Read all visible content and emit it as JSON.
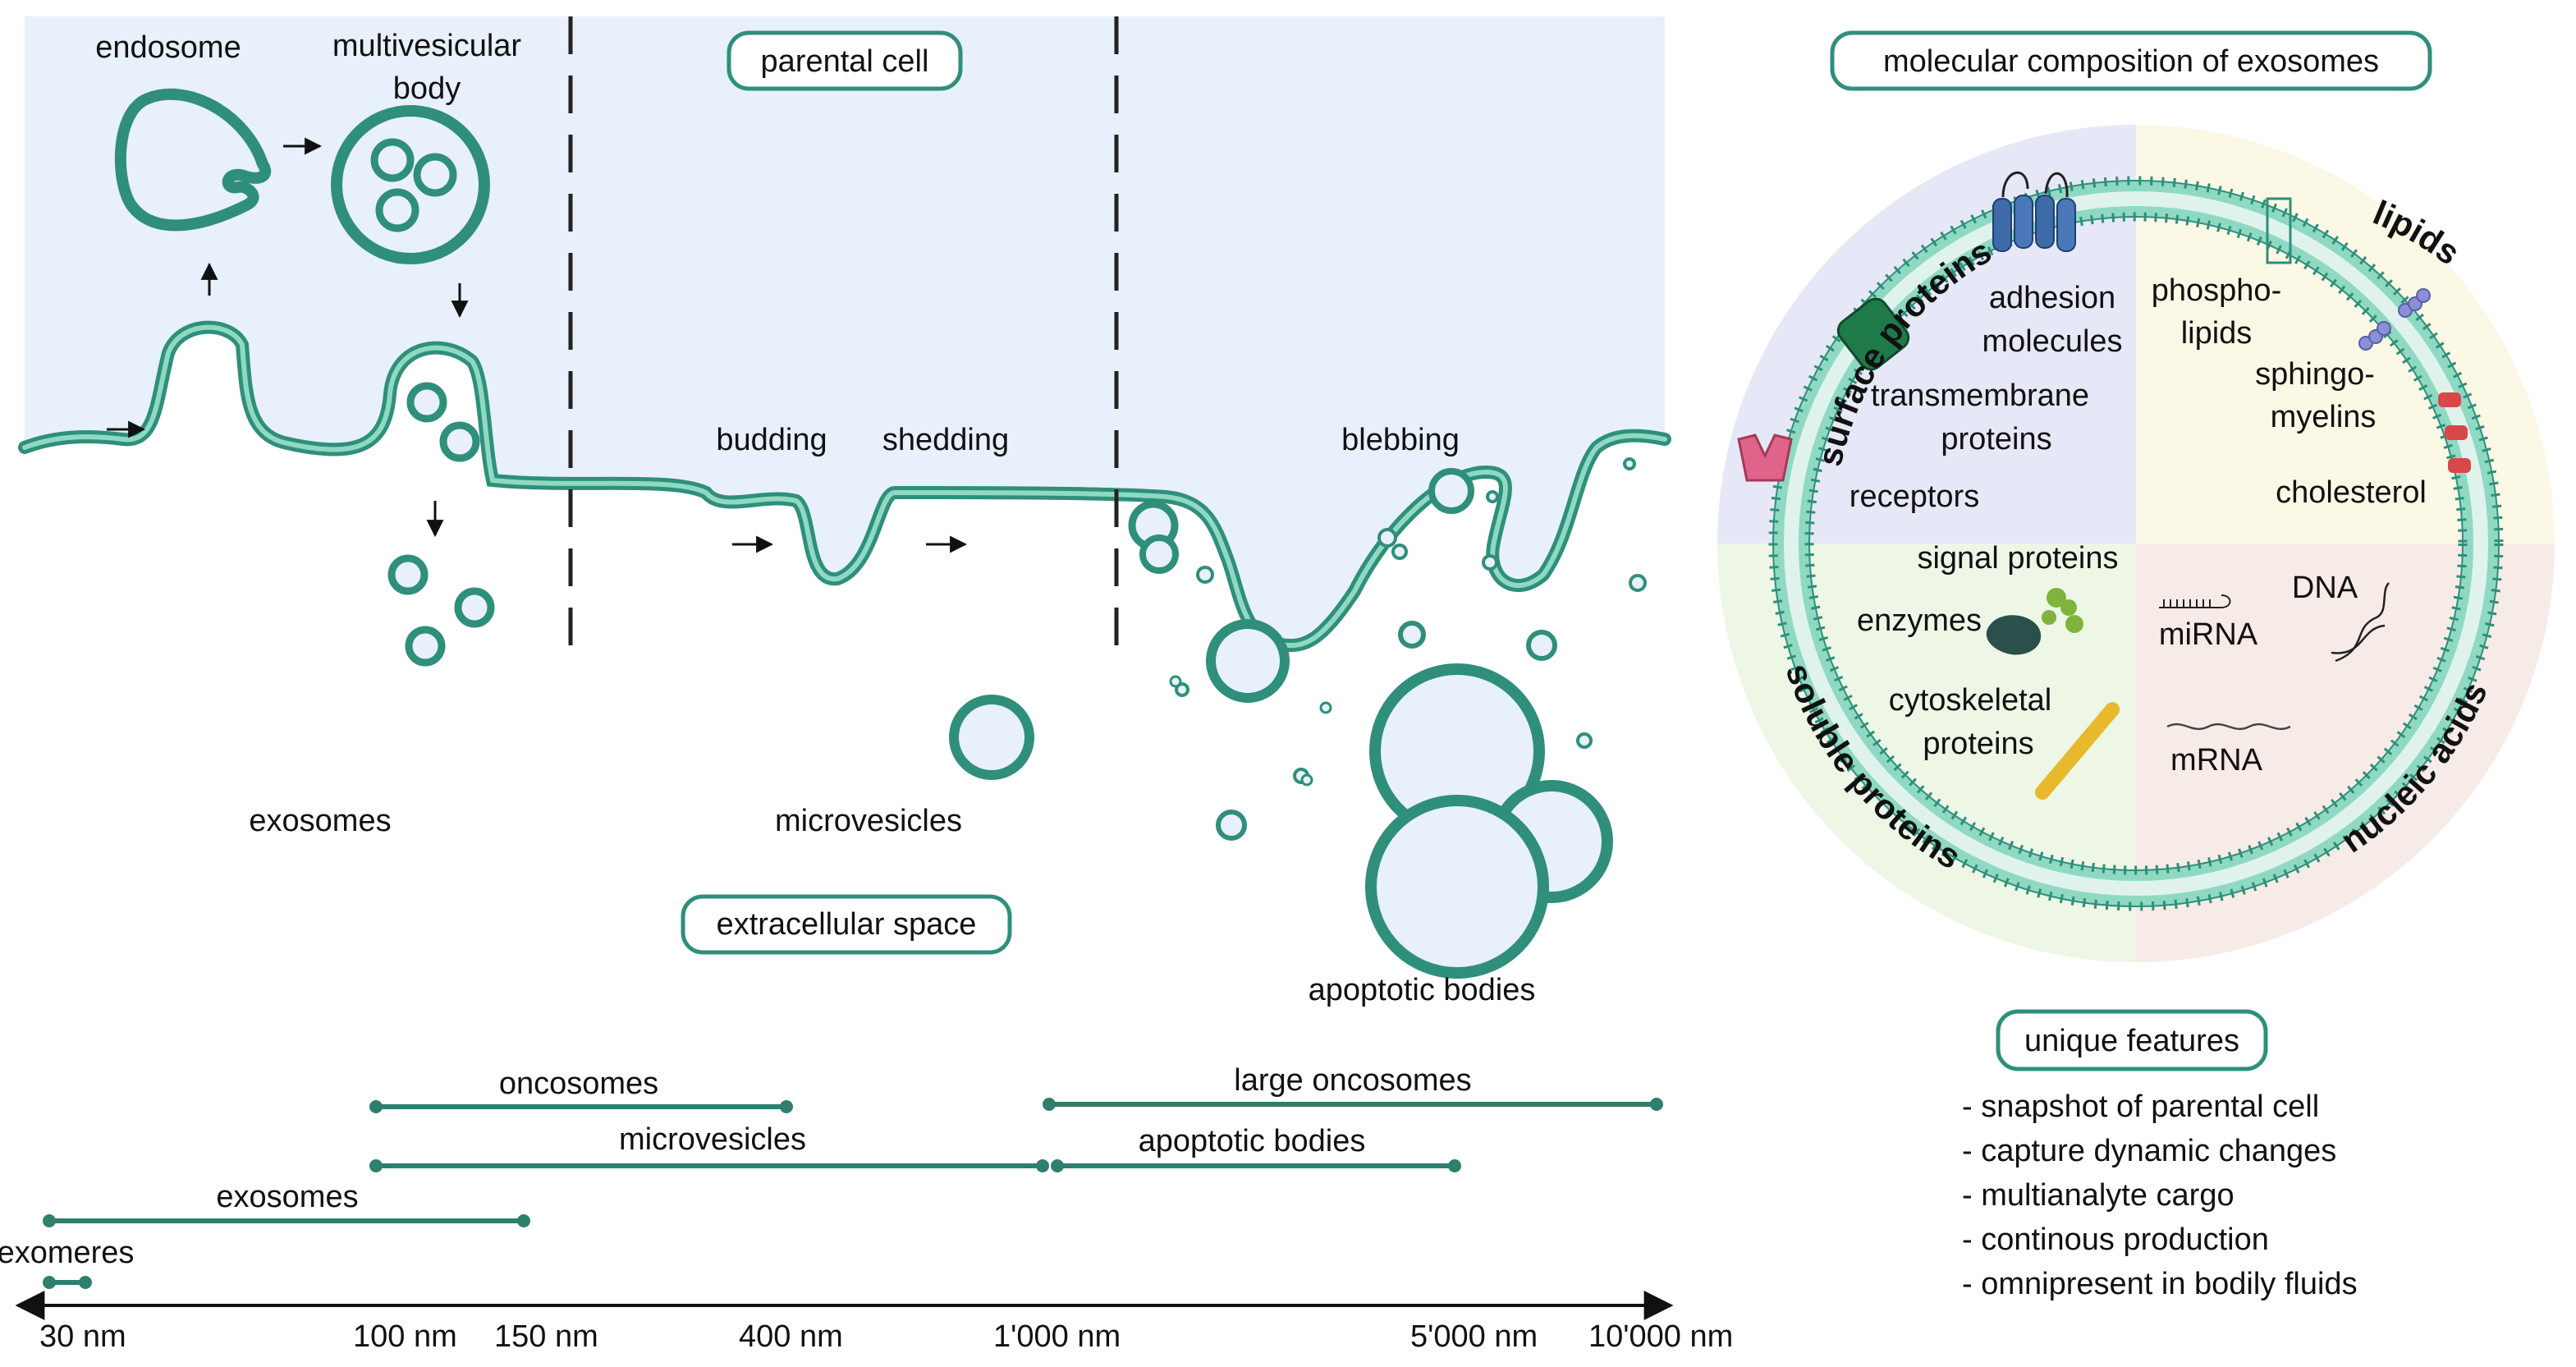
{
  "colors": {
    "cell_bg": "#e7f0fb",
    "membrane": "#2f8f7a",
    "membrane_fill": "#8fd9c3",
    "scale_line": "#2e7f6c",
    "q_surface": "#e6e8f7",
    "q_lipids": "#fbf8e6",
    "q_soluble": "#eef7e6",
    "q_nucleic": "#f7ebe8"
  },
  "top_labels": {
    "endosome": "endosome",
    "multivesicular_body": [
      "multivesicular",
      "body"
    ],
    "parental_cell": "parental cell",
    "budding": "budding",
    "shedding": "shedding",
    "blebbing": "blebbing",
    "exosomes": "exosomes",
    "microvesicles": "microvesicles",
    "extracellular_space": "extracellular space",
    "apoptotic_bodies": "apoptotic bodies"
  },
  "size_ranges": [
    {
      "label": "oncosomes"
    },
    {
      "label": "large oncosomes"
    },
    {
      "label": "microvesicles"
    },
    {
      "label": "apoptotic bodies"
    },
    {
      "label": "exosomes"
    },
    {
      "label": "exomeres"
    }
  ],
  "axis_ticks": [
    "30 nm",
    "100 nm",
    "150 nm",
    "400 nm",
    "1'000 nm",
    "5'000 nm",
    "10'000 nm"
  ],
  "composition": {
    "title": "molecular composition of exosomes",
    "quadrants": {
      "surface_proteins": "surface proteins",
      "lipids": "lipids",
      "soluble_proteins": "soluble proteins",
      "nucleic_acids": "nucleic acids"
    },
    "items": {
      "adhesion_molecules": [
        "adhesion",
        "molecules"
      ],
      "transmembrane_proteins": [
        "transmembrane",
        "proteins"
      ],
      "receptors": "receptors",
      "phospholipids": [
        "phospho-",
        "lipids"
      ],
      "sphingomyelins": [
        "sphingo-",
        "myelins"
      ],
      "cholesterol": "cholesterol",
      "signal_proteins": "signal proteins",
      "enzymes": "enzymes",
      "cytoskeletal_proteins": [
        "cytoskeletal",
        "proteins"
      ],
      "mirna": "miRNA",
      "dna": "DNA",
      "mrna": "mRNA"
    }
  },
  "features": {
    "title": "unique features",
    "items": [
      "- snapshot of parental cell",
      "- capture dynamic changes",
      "- multianalyte cargo",
      "- continous production",
      "- omnipresent in bodily fluids"
    ]
  }
}
